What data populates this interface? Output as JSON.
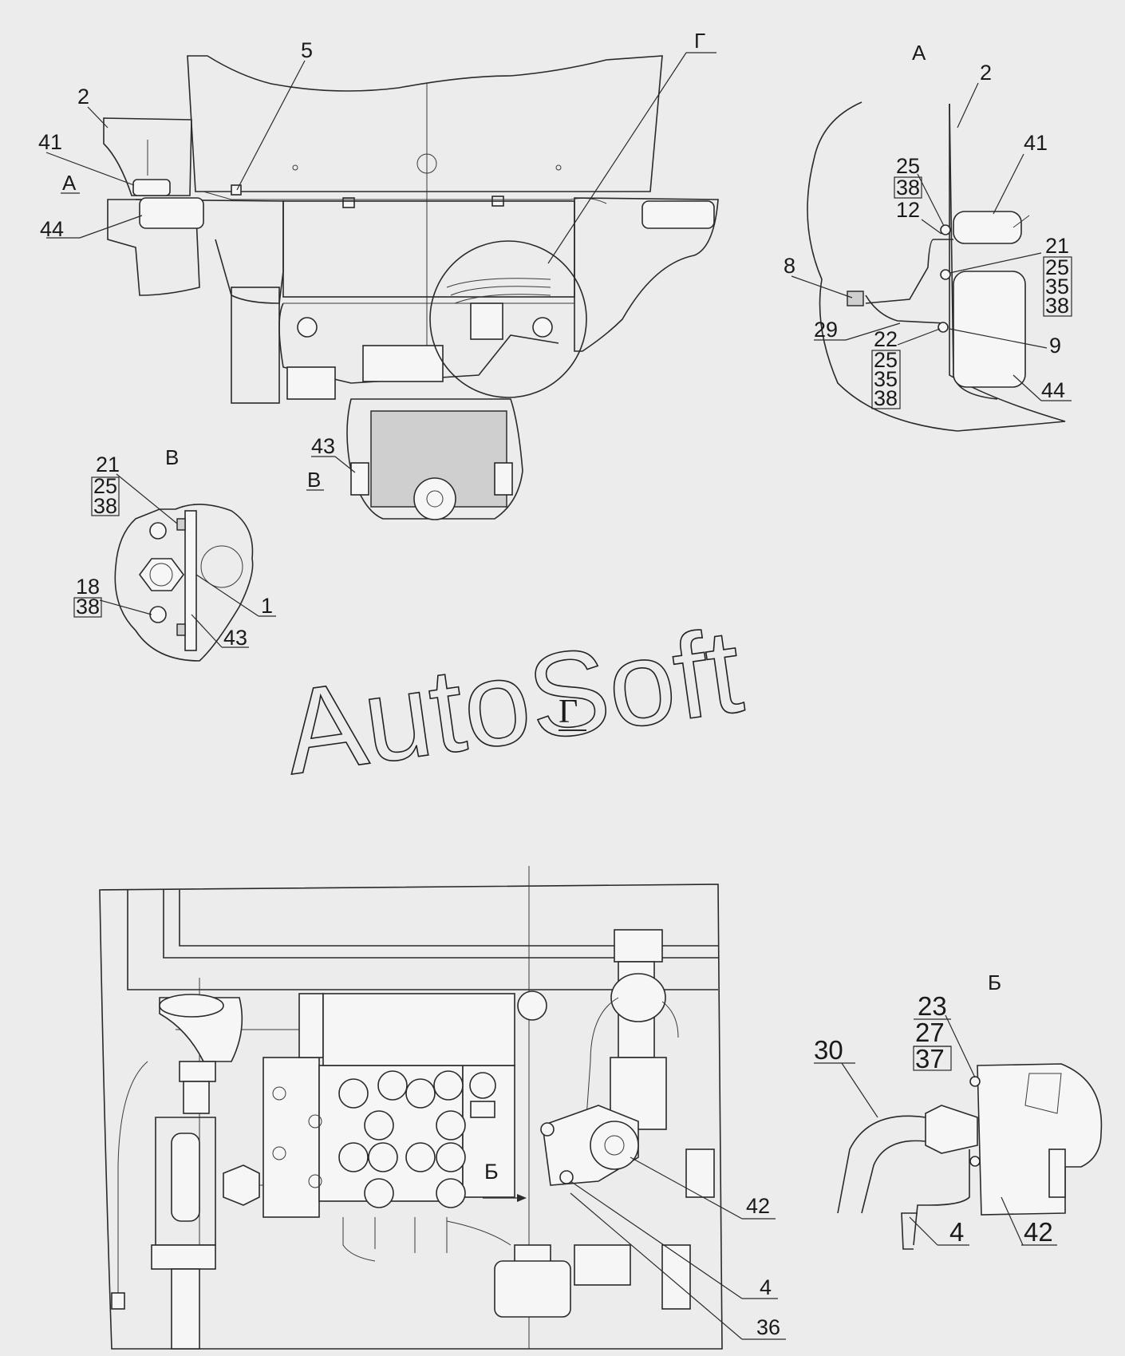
{
  "watermark": "AutoSoft",
  "main_view": {
    "callouts": [
      "5",
      "2",
      "41",
      "44",
      "43"
    ],
    "view_refs": [
      "А",
      "В",
      "Г"
    ]
  },
  "view_A": {
    "title": "А",
    "callouts": [
      "2",
      "41",
      "12",
      "8",
      "29",
      "9",
      "44"
    ],
    "stack_top": [
      "25",
      "38"
    ],
    "stack_right": [
      "21",
      "25",
      "35",
      "38"
    ],
    "stack_bottom": [
      "22",
      "25",
      "35",
      "38"
    ]
  },
  "view_B": {
    "title": "В",
    "stack_top": [
      "21",
      "25",
      "38"
    ],
    "stack_low": [
      "18",
      "38"
    ],
    "callouts": [
      "1",
      "43"
    ]
  },
  "view_G": {
    "title": "Г",
    "arrow_label": "Б",
    "callouts": [
      "42",
      "4",
      "36"
    ]
  },
  "view_Bv": {
    "title": "Б",
    "stack": [
      "23",
      "27",
      "37"
    ],
    "callouts": [
      "30",
      "4",
      "42"
    ]
  }
}
